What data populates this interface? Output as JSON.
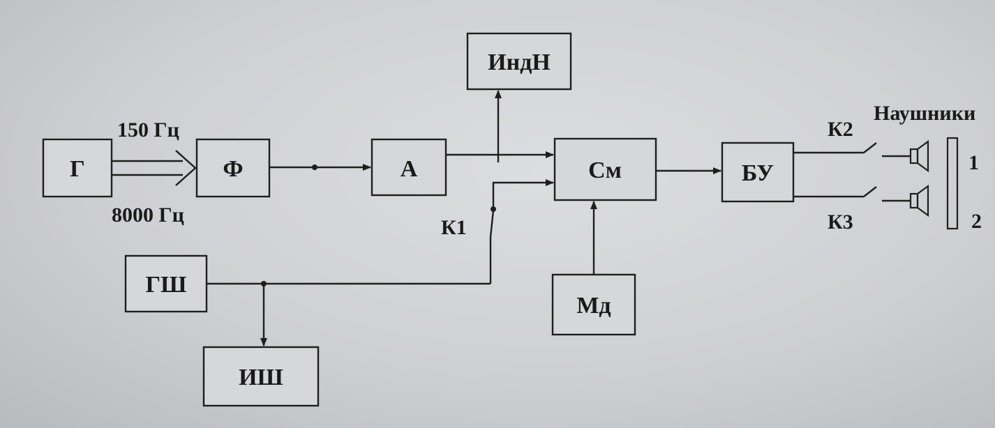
{
  "diagram": {
    "blocks": {
      "g": "Г",
      "f": "Ф",
      "a": "А",
      "indn": "ИндН",
      "sm": "См",
      "bu": "БУ",
      "gsh": "ГШ",
      "ish": "ИШ",
      "md": "Мд"
    },
    "labels": {
      "freq_low": "150 Гц",
      "freq_high": "8000 Гц",
      "k1": "К1",
      "k2": "К2",
      "k3": "К3",
      "headphones": "Наушники",
      "ch1": "1",
      "ch2": "2"
    }
  }
}
